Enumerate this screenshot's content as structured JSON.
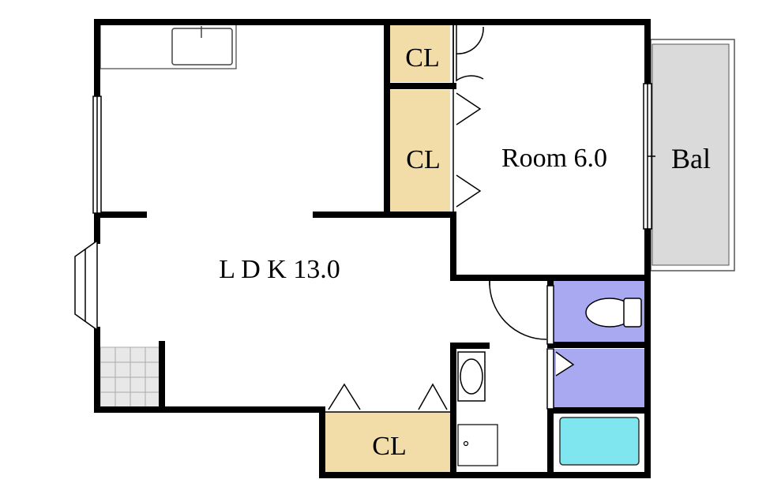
{
  "rooms": {
    "ldk": "L D K 13.0",
    "room": "Room 6.0",
    "balcony": "Bal",
    "closet_top": "CL",
    "closet_mid": "CL",
    "closet_bottom": "CL"
  },
  "colors": {
    "wall": "#000000",
    "closet_fill": "#f2dda8",
    "wc_fill": "#a9a9f2",
    "bath_tub": "#7fe6f0",
    "balcony_fill": "#dadada",
    "floor_tile": "#e8e8e8",
    "background": "#ffffff"
  },
  "icons": {
    "sink": "kitchen-sink-icon",
    "toilet": "toilet-icon",
    "washbasin": "washbasin-icon",
    "bathtub": "bathtub-icon"
  }
}
